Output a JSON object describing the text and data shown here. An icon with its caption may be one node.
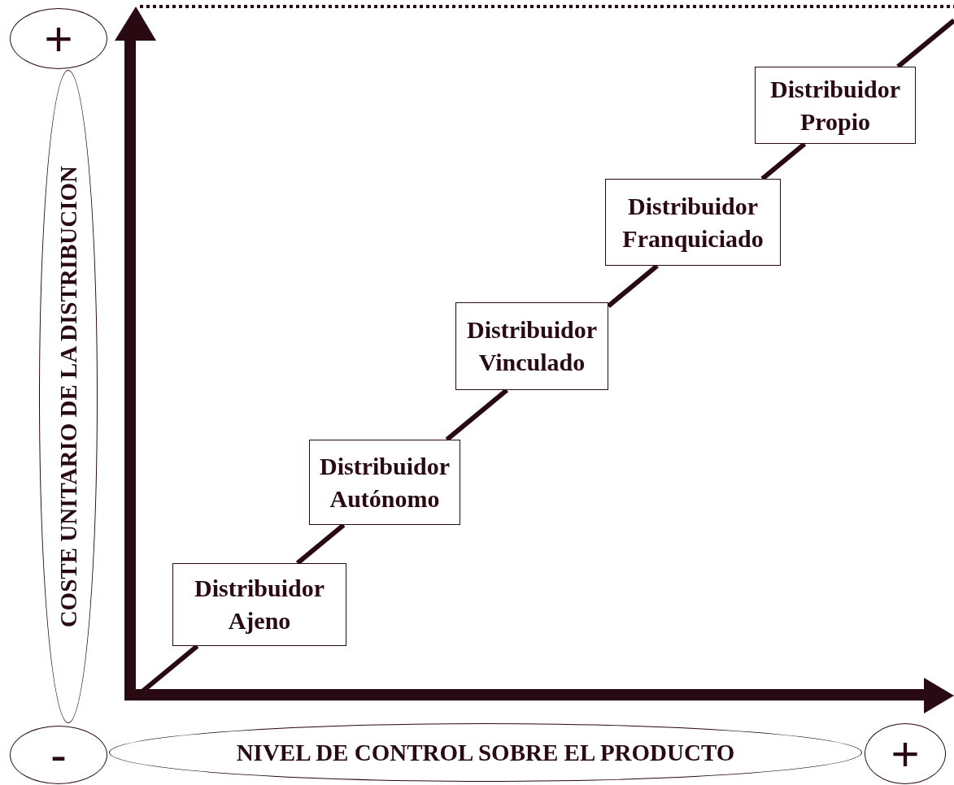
{
  "diagram": {
    "nodes": [
      {
        "text": [
          "+"
        ]
      },
      {
        "text": [
          "COSTE UNITARIO DE LA DISTRIBUCION"
        ]
      },
      {
        "text": [
          "-"
        ]
      },
      {
        "text": [
          "NIVEL DE CONTROL SOBRE EL PRODUCTO"
        ]
      },
      {
        "text": [
          "+"
        ]
      },
      {
        "text": [
          "Distribuidor Ajeno"
        ]
      },
      {
        "text": [
          "Distribuidor Autónomo"
        ]
      },
      {
        "text": [
          "Distribuidor Vinculado"
        ]
      },
      {
        "text": [
          "Distribuidor Franquiciado"
        ]
      },
      {
        "text": [
          "Distribuidor Propio"
        ]
      }
    ],
    "edges": [
      {
        "from": null,
        "to": 5,
        "arrow": "none"
      },
      {
        "from": 5,
        "to": 6,
        "arrow": "none"
      },
      {
        "from": 6,
        "to": 7,
        "arrow": "none"
      },
      {
        "from": 7,
        "to": 8,
        "arrow": "none"
      },
      {
        "from": 8,
        "to": 9,
        "arrow": "none"
      },
      {
        "from": 9,
        "to": null,
        "arrow": "none"
      }
    ]
  }
}
